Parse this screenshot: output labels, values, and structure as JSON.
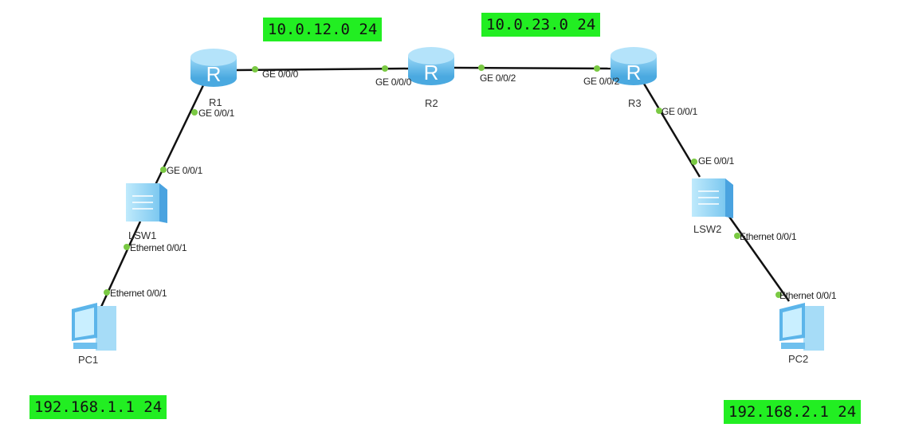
{
  "devices": {
    "r1": "R1",
    "r2": "R2",
    "r3": "R3",
    "lsw1": "LSW1",
    "lsw2": "LSW2",
    "pc1": "PC1",
    "pc2": "PC2"
  },
  "ports": {
    "r1_ge000": "GE 0/0/0",
    "r2_ge000": "GE 0/0/0",
    "r2_ge002": "GE 0/0/2",
    "r3_ge002": "GE 0/0/2",
    "r1_ge001": "GE 0/0/1",
    "lsw1_ge001": "GE 0/0/1",
    "lsw1_eth001": "Ethernet 0/0/1",
    "pc1_eth001": "Ethernet 0/0/1",
    "r3_ge001": "GE 0/0/1",
    "lsw2_ge001": "GE 0/0/1",
    "lsw2_eth001": "Ethernet 0/0/1",
    "pc2_eth001": "Ethernet 0/0/1"
  },
  "networks": {
    "r1_r2": "10.0.12.0 24",
    "r2_r3": "10.0.23.0 24",
    "lan1": "192.168.1.1 24",
    "lan2": "192.168.2.1 24"
  },
  "colors": {
    "label_bg": "#22ee22",
    "port_dot": "#7ac943",
    "router": "#5bb8ea"
  }
}
